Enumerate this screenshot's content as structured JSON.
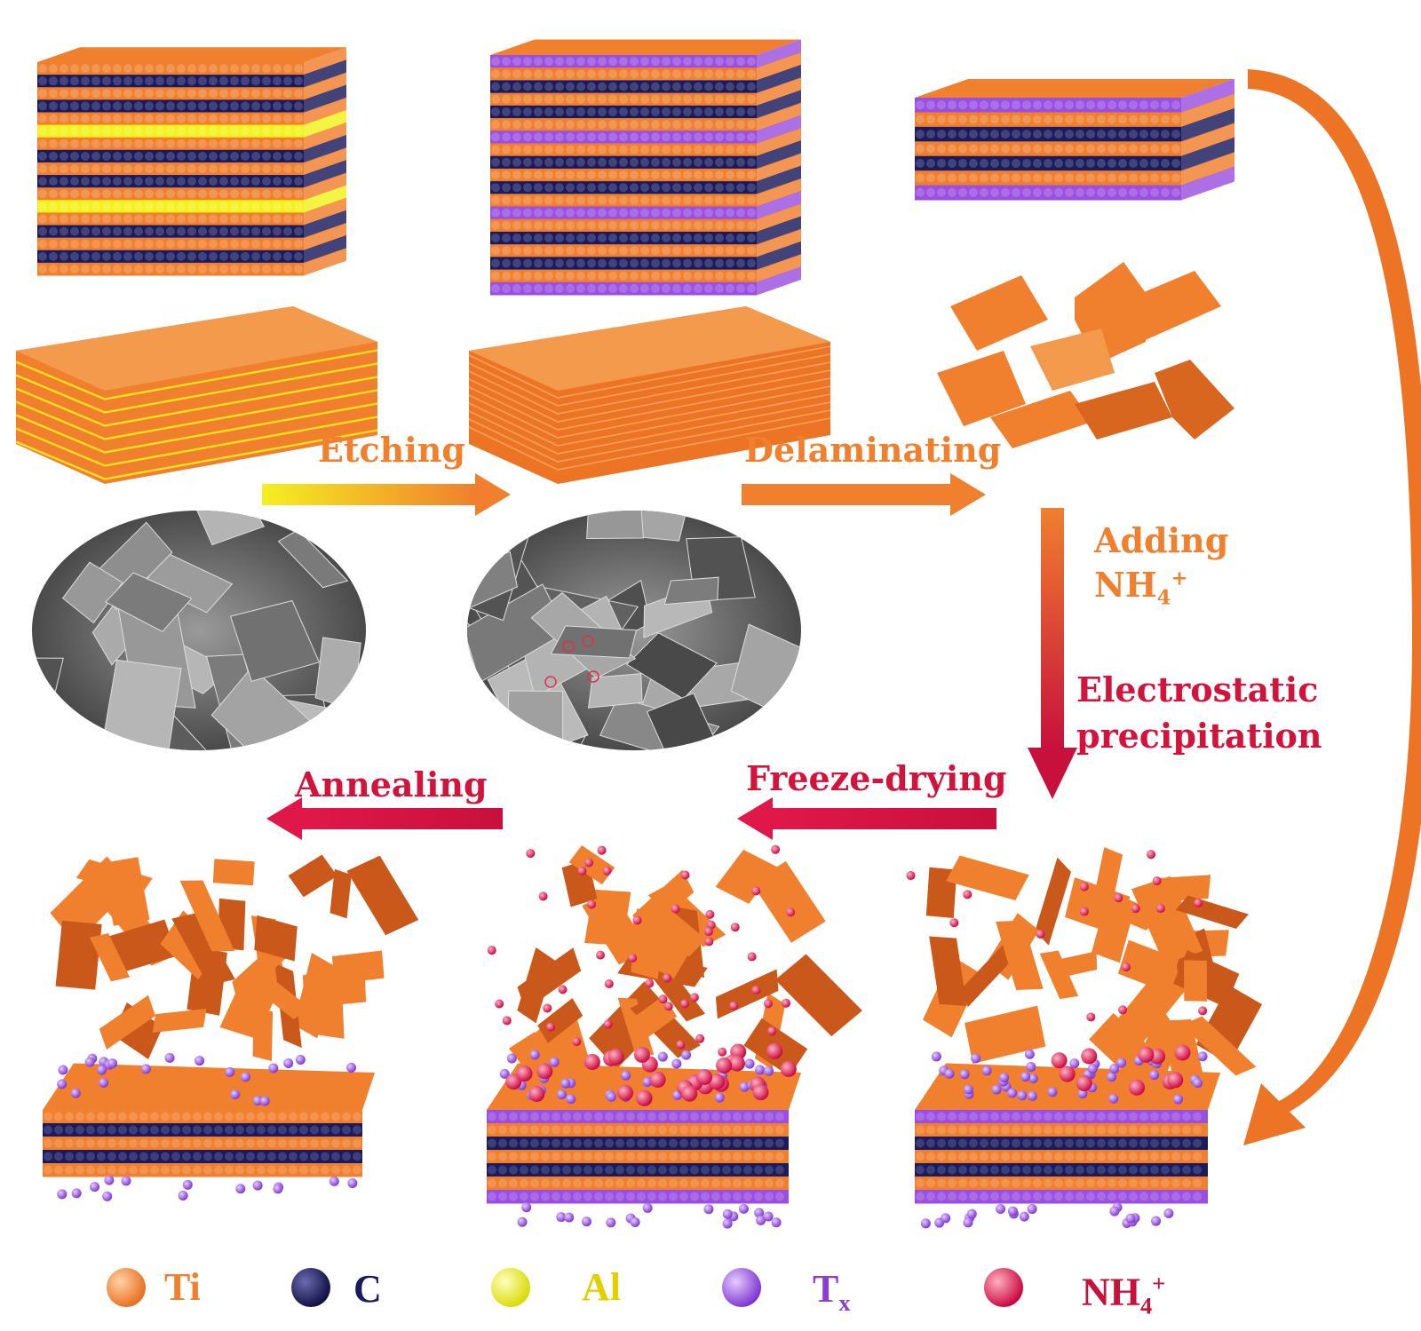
{
  "steps": {
    "etching": "Etching",
    "delaminating": "Delaminating",
    "adding_line1": "Adding",
    "adding_ion": "NH",
    "adding_ion_sub": "4",
    "adding_ion_sup": "+",
    "electrostatic_line1": "Electrostatic",
    "electrostatic_line2": "precipitation",
    "freeze_drying": "Freeze-drying",
    "annealing": "Annealing"
  },
  "legend": {
    "ti": "Ti",
    "c": "C",
    "al": "Al",
    "tx": "T",
    "tx_sub": "x",
    "nh4": "NH",
    "nh4_sub": "4",
    "nh4_sup": "+"
  },
  "colors": {
    "ti": "#f07f2e",
    "c": "#1a1a5e",
    "al": "#f2f21a",
    "tx": "#9a4fe0",
    "nh4": "#e0164a",
    "flake": "#f07f2e",
    "flake_dark": "#c9581a",
    "arrow_red": "#d2143c"
  },
  "icons": [
    "sem-image-mxene-flakes",
    "sem-image-mxene-porous"
  ]
}
